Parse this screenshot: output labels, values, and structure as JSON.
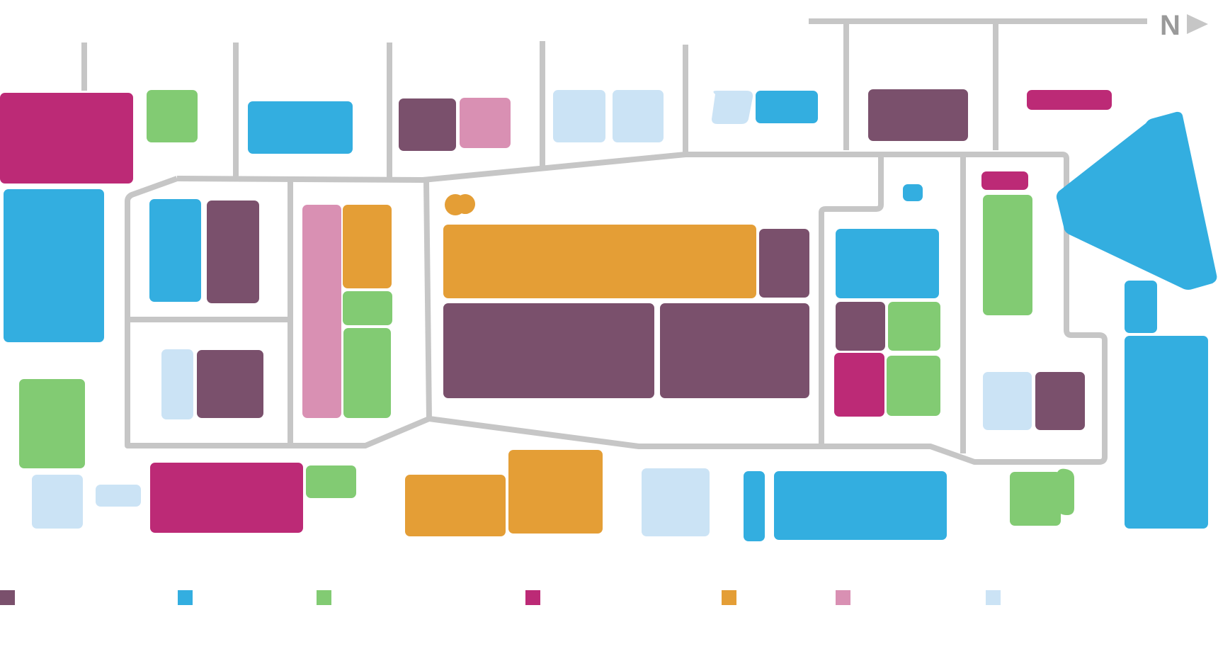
{
  "colors": {
    "purple": "#7a506c",
    "blue": "#33aee0",
    "green": "#82cb73",
    "magenta": "#bc2a76",
    "orange": "#e49e36",
    "pink": "#d990b3",
    "lightblue": "#cbe3f5",
    "road": "#c6c6c6"
  },
  "compass": {
    "letter": "N",
    "icon": "north-arrow-icon"
  },
  "legend": [
    {
      "name": "legend-swatch-purple",
      "color": "purple"
    },
    {
      "name": "legend-swatch-blue",
      "color": "blue"
    },
    {
      "name": "legend-swatch-green",
      "color": "green"
    },
    {
      "name": "legend-swatch-magenta",
      "color": "magenta"
    },
    {
      "name": "legend-swatch-orange",
      "color": "orange"
    },
    {
      "name": "legend-swatch-pink",
      "color": "pink"
    },
    {
      "name": "legend-swatch-lightblue",
      "color": "lightblue"
    }
  ]
}
